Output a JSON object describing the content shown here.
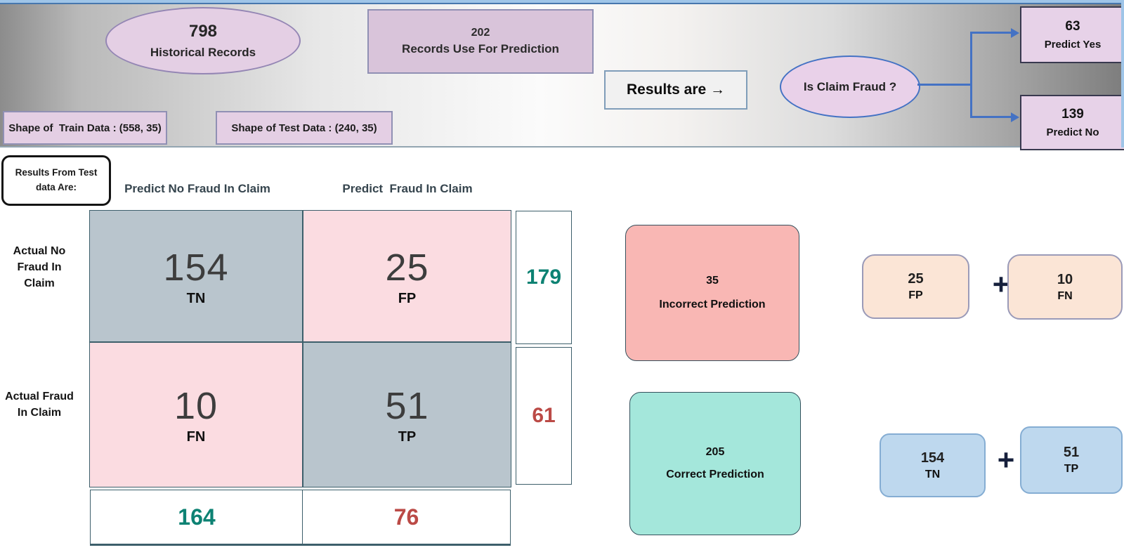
{
  "banner": {
    "historical": {
      "value": "798",
      "label": "Historical Records"
    },
    "prediction_records": {
      "value": "202",
      "label": "Records Use For Prediction"
    },
    "results_are_label": "Results are →",
    "is_claim_fraud_label": "Is Claim Fraud ?",
    "predict_yes": {
      "value": "63",
      "label": "Predict Yes"
    },
    "predict_no": {
      "value": "139",
      "label": "Predict No"
    },
    "train_shape_label": "Shape of  Train Data : (558, 35)",
    "test_shape_label": "Shape of Test Data : (240, 35)"
  },
  "matrix": {
    "intro_line1": "Results From Test",
    "intro_line2": "data Are:",
    "col_header_no": "Predict No Fraud In Claim",
    "col_header_yes": "Predict  Fraud In Claim",
    "row_header_no": "Actual No\nFraud In\nClaim",
    "row_header_yes": "Actual Fraud\nIn Claim",
    "cells": {
      "tn": {
        "value": "154",
        "label": "TN"
      },
      "fp": {
        "value": "25",
        "label": "FP"
      },
      "fn": {
        "value": "10",
        "label": "FN"
      },
      "tp": {
        "value": "51",
        "label": "TP"
      }
    },
    "row_totals": {
      "actual_no": "179",
      "actual_yes": "61"
    },
    "col_totals": {
      "predict_no": "164",
      "predict_yes": "76"
    }
  },
  "summary": {
    "incorrect": {
      "value": "35",
      "label": "Incorrect Prediction"
    },
    "correct": {
      "value": "205",
      "label": "Correct Prediction"
    },
    "plus_sign": "+",
    "incorrect_parts": {
      "fp": {
        "value": "25",
        "label": "FP"
      },
      "fn": {
        "value": "10",
        "label": "FN"
      }
    },
    "correct_parts": {
      "tn": {
        "value": "154",
        "label": "TN"
      },
      "tp": {
        "value": "51",
        "label": "TP"
      }
    }
  },
  "colors": {
    "banner_shape_fill": "#e4cfe4",
    "banner_shape_border": "#9486b4",
    "connector_blue": "#4472c4",
    "matrix_gray_cell": "#b9c5cd",
    "matrix_pink_cell": "#fbdce1",
    "matrix_border": "#3d5f6b",
    "total_teal": "#0d8273",
    "total_red": "#bb4a46",
    "incorrect_fill": "#f9b7b4",
    "correct_fill": "#a4e7db",
    "peach_fill": "#fbe5d6",
    "blue_fill": "#bed8ee",
    "top_strip": "#9fc5e8"
  }
}
